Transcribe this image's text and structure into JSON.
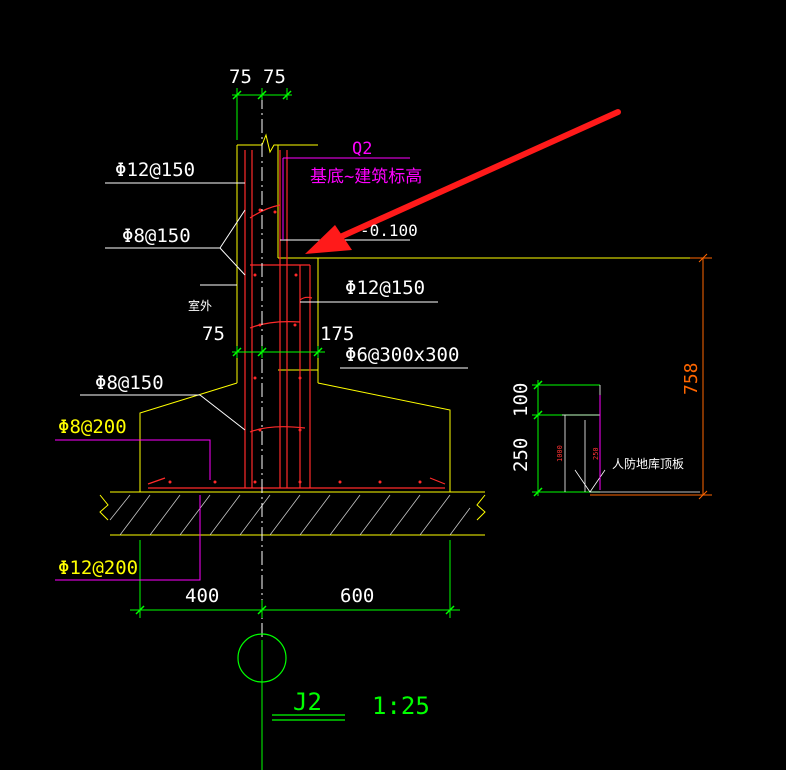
{
  "drawing": {
    "title": "J2",
    "scale": "1:25",
    "colors": {
      "background": "#000000",
      "concrete_outline": "#ffff00",
      "rebar": "#ff2a2a",
      "dimension": "#00ff00",
      "annotation_magenta": "#ff00ff",
      "elevation_dim": "#ff6600",
      "leader": "#ffffff",
      "arrow": "#ff1a1a"
    }
  },
  "dimensions": {
    "top_left": "75",
    "top_right": "75",
    "wall_left": "75",
    "wall_right": "175",
    "footing_left": "400",
    "footing_right": "600",
    "height_total": "758",
    "height_100": "100",
    "height_250": "250",
    "small_a": "1000",
    "small_b": "250"
  },
  "labels": {
    "rebar_top": "Φ12@150",
    "rebar_stirrup1": "Φ8@150",
    "rebar_inner": "Φ12@150",
    "rebar_tie": "Φ6@300x300",
    "rebar_stirrup2": "Φ8@150",
    "footing_top": "Φ8@200",
    "footing_bottom": "Φ12@200",
    "outside": "室外",
    "wall_code": "Q2",
    "wall_note": "基底~建筑标高",
    "elevation": "-0.100",
    "slab_note": "人防地库顶板"
  }
}
